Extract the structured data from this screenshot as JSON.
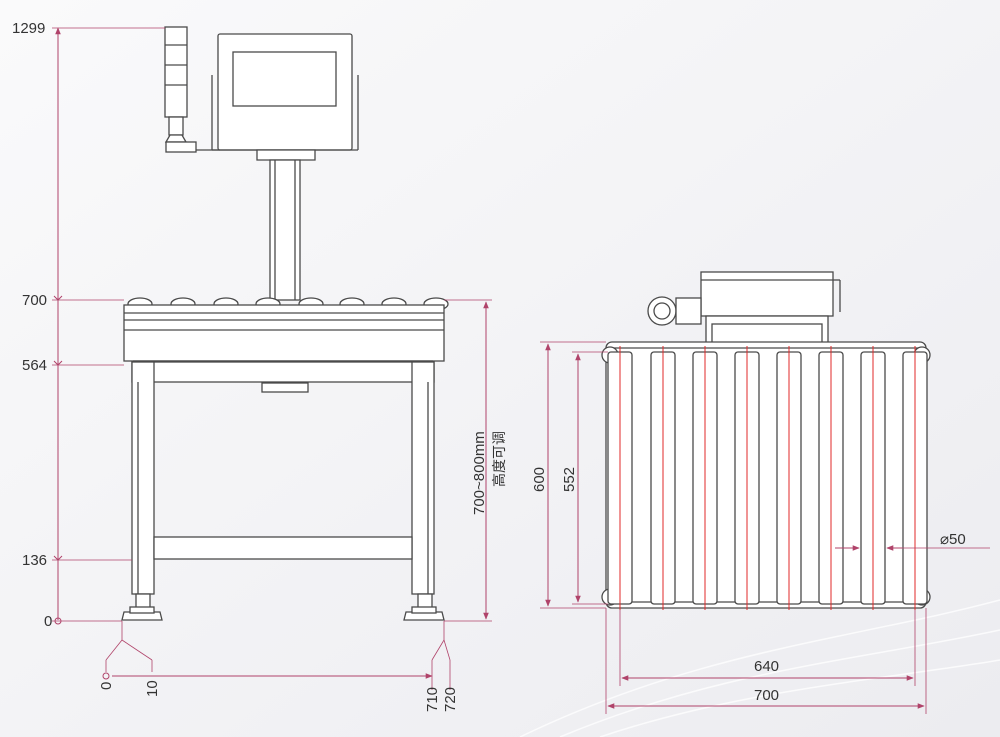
{
  "dimensions": {
    "front_view": {
      "height_marks": [
        "1299",
        "700",
        "564",
        "136",
        "0"
      ],
      "bottom_marks": [
        "0",
        "10",
        "710",
        "720"
      ],
      "adjustable_range": "700~800mm",
      "adjustable_note": "高度可调"
    },
    "top_view": {
      "frame_depth": "600",
      "roller_length": "552",
      "roller_diameter": "⌀50",
      "roller_span": "640",
      "frame_width": "700"
    }
  },
  "colors": {
    "dimension_line": "#b0436a",
    "roller_centerline": "#e02a2a",
    "machine_outline": "#4a4a4a"
  },
  "roller_count": 8
}
